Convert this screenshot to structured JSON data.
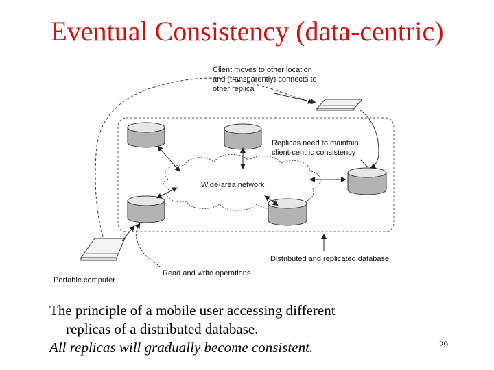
{
  "slide": {
    "title": "Eventual Consistency (data-centric)",
    "page_number": "29"
  },
  "diagram": {
    "labels": {
      "client_moves_1": "Client moves to other location",
      "client_moves_2": "and (transparently) connects to",
      "client_moves_3": "other replica",
      "replicas_need_1": "Replicas need to maintain",
      "replicas_need_2": "client-centric consistency",
      "wide_area_network": "Wide-area network",
      "distributed_db": "Distributed and replicated database",
      "read_write": "Read and write operations",
      "portable_computer": "Portable computer"
    }
  },
  "caption": {
    "line1": "The principle of a mobile user accessing different",
    "line2": "replicas of a distributed database.",
    "line3": "All replicas will gradually become consistent."
  }
}
